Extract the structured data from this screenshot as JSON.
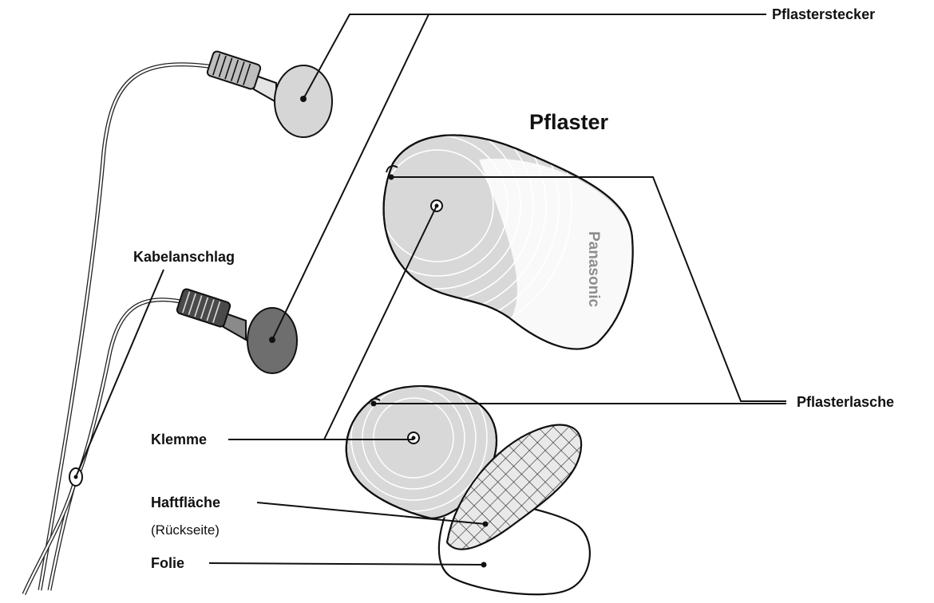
{
  "title": "Pflaster",
  "labels": {
    "pflasterstecker": "Pflasterstecker",
    "kabelanschlag": "Kabelanschlag",
    "pflasterlasche": "Pflasterlasche",
    "klemme": "Klemme",
    "haftflaeche": "Haftfläche",
    "rueckseite": "(Rückseite)",
    "folie": "Folie"
  },
  "brand": "Panasonic",
  "colors": {
    "pad_light": "#d6d6d6",
    "pad_dark": "#6e6e6e",
    "outline": "#111111",
    "background": "#ffffff"
  }
}
